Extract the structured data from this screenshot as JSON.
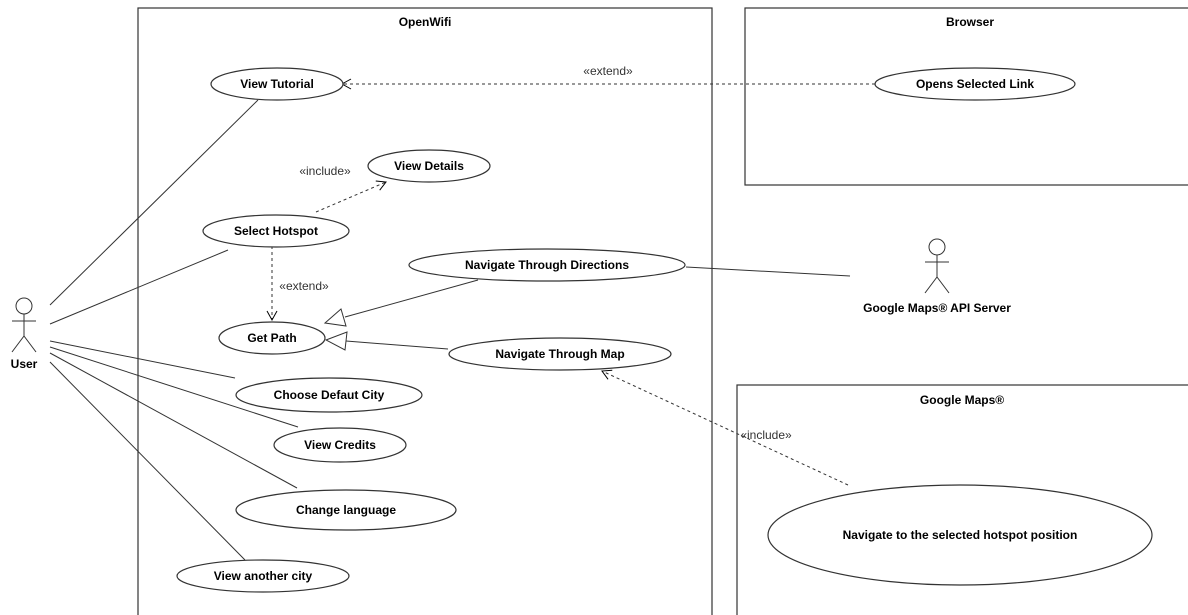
{
  "systems": {
    "openwifi": "OpenWifi",
    "browser": "Browser",
    "google_maps": "Google Maps®"
  },
  "actors": {
    "user": "User",
    "maps_api": "Google Maps® API Server"
  },
  "use_cases": {
    "view_tutorial": "View Tutorial",
    "view_details": "View Details",
    "select_hotspot": "Select Hotspot",
    "navigate_directions": "Navigate Through Directions",
    "get_path": "Get Path",
    "navigate_map": "Navigate Through Map",
    "choose_default_city": "Choose Defaut City",
    "view_credits": "View Credits",
    "change_language": "Change language",
    "view_another_city": "View another city",
    "opens_selected_link": "Opens Selected Link",
    "navigate_selected_hotspot": "Navigate to the selected hotspot position"
  },
  "stereotypes": {
    "extend_tutorial": "«extend»",
    "include_details": "«include»",
    "extend_path": "«extend»",
    "include_map": "«include»"
  }
}
